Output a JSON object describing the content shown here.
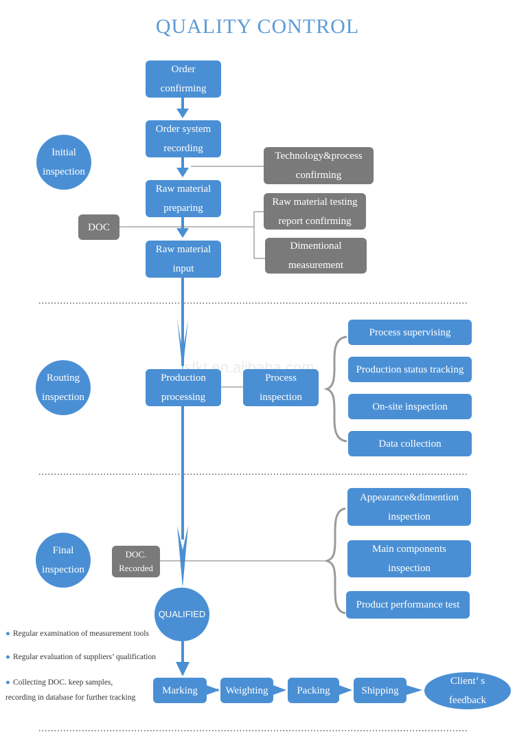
{
  "title": "QUALITY CONTROL",
  "watermark": "sfkt.en.alibaba.com",
  "stages": {
    "initial": "Initial\ninspection",
    "routing": "Routing\ninspection",
    "final": "Final\ninspection"
  },
  "main_flow": {
    "order_confirming": "Order\nconfirming",
    "order_system_recording": "Order system\nrecording",
    "raw_material_preparing": "Raw material\npreparing",
    "raw_material_input": "Raw material\ninput",
    "production_processing": "Production\nprocessing",
    "qualified": "QUALIFIED"
  },
  "initial_side": {
    "doc": "DOC",
    "technology_process": "Technology&process\nconfirming",
    "raw_material_testing": "Raw material testing\nreport confirming",
    "dimentional_measurement": "Dimentional\nmeasurement"
  },
  "routing_side": {
    "process_inspection": "Process\ninspection",
    "items": [
      "Process supervising",
      "Production status tracking",
      "On-site inspection",
      "Data collection"
    ]
  },
  "final_side": {
    "doc_recorded": "DOC.\nRecorded",
    "items": [
      "Appearance&dimention\ninspection",
      "Main components\ninspection",
      "Product performance test"
    ]
  },
  "bottom_flow": [
    "Marking",
    "Weighting",
    "Packing",
    "Shipping"
  ],
  "client_feedback": "Client’ s\nfeedback",
  "notes": [
    "Regular examination of measurement tools",
    "Regular evaluation of  suppliers’ qualification",
    "Collecting DOC. keep samples,\nrecording in database for further tracking"
  ],
  "colors": {
    "blue": "#4a8fd4",
    "gray": "#7a7a7a",
    "title": "#5b9bd5",
    "brace": "#9a9a9a"
  }
}
